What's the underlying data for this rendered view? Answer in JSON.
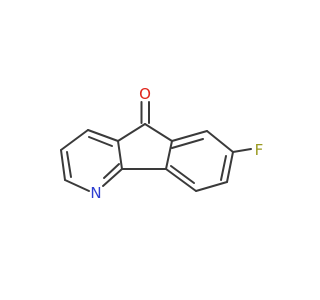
{
  "molecule": {
    "atoms": {
      "oxygen": {
        "symbol": "O",
        "color": "#e0241b"
      },
      "nitrogen": {
        "symbol": "N",
        "color": "#2f3fd0"
      },
      "fluorine": {
        "symbol": "F",
        "color": "#9a9a20"
      }
    },
    "bond_color": "#3a3a3a",
    "background": "#ffffff"
  }
}
